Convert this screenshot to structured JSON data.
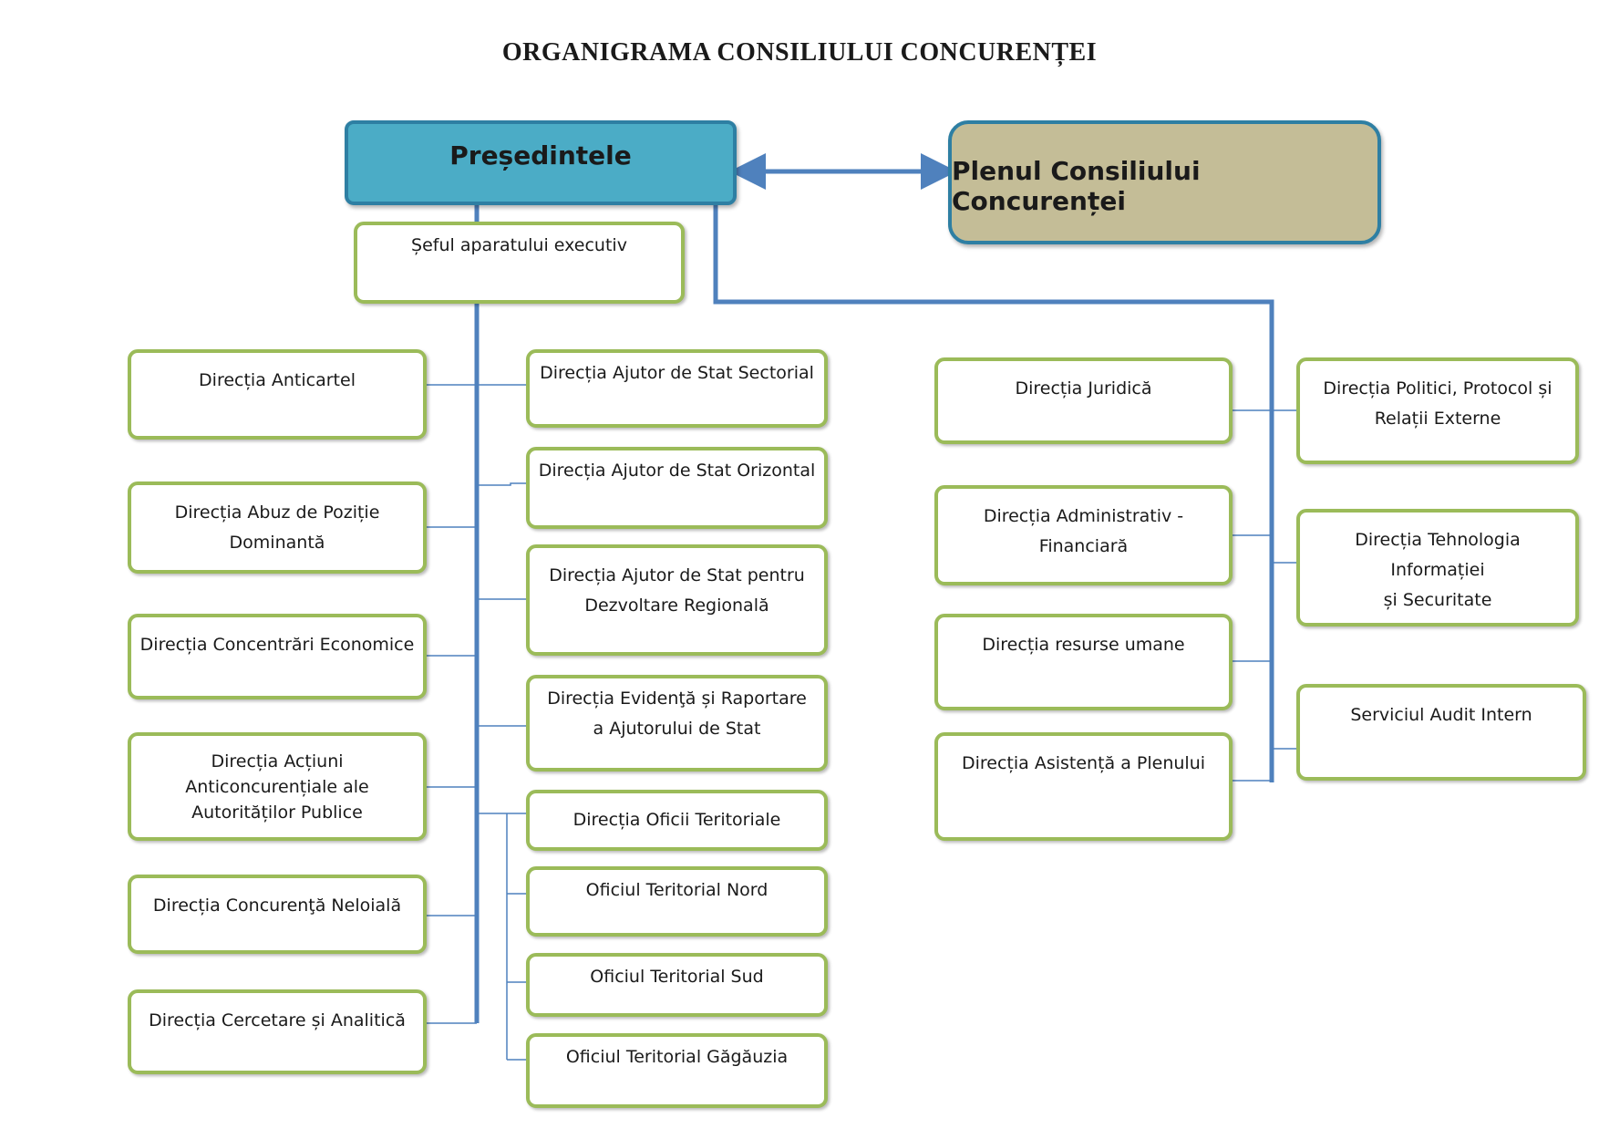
{
  "title": "ORGANIGRAMA CONSILIULUI CONCURENȚEI",
  "colors": {
    "box_border": "#9bbb59",
    "president_fill": "#4bacc6",
    "plenum_fill": "#c4bd97",
    "connector": "#4f81bd"
  },
  "president": "Președintele",
  "plenum": "Plenul Consiliului Concurenței",
  "chief": "Șeful aparatului executiv",
  "left_column": [
    [
      "Direcția Anticartel"
    ],
    [
      "Direcția Abuz de Poziție",
      "Dominantă"
    ],
    [
      "Direcția Concentrări Economice"
    ],
    [
      "Direcția Acțiuni",
      "Anticoncurențiale ale",
      "Autorităților Publice"
    ],
    [
      "Direcția Concurenţă Neloială"
    ],
    [
      "Direcția Cercetare și Analitică"
    ]
  ],
  "middle_column": [
    [
      "Direcția Ajutor de Stat Sectorial"
    ],
    [
      "Direcția Ajutor de Stat Orizontal"
    ],
    [
      "Direcția Ajutor de Stat pentru",
      "Dezvoltare Regională"
    ],
    [
      "Direcția Evidenţă și Raportare",
      "a Ajutorului de Stat"
    ]
  ],
  "territorial": {
    "head": "Direcția Oficii Teritoriale",
    "offices": [
      "Oficiul Teritorial Nord",
      "Oficiul Teritorial Sud",
      "Oficiul Teritorial Găgăuzia"
    ]
  },
  "right_inner": [
    [
      "Direcția Juridică"
    ],
    [
      "Direcția Administrativ  -",
      "Financiară"
    ],
    [
      "Direcția  resurse umane"
    ],
    [
      "Direcția Asistență a Plenului"
    ]
  ],
  "right_outer": [
    [
      "Direcția Politici, Protocol și",
      "Relații Externe"
    ],
    [
      "Direcția Tehnologia Informației",
      "și Securitate"
    ],
    [
      "Serviciul Audit Intern"
    ]
  ]
}
